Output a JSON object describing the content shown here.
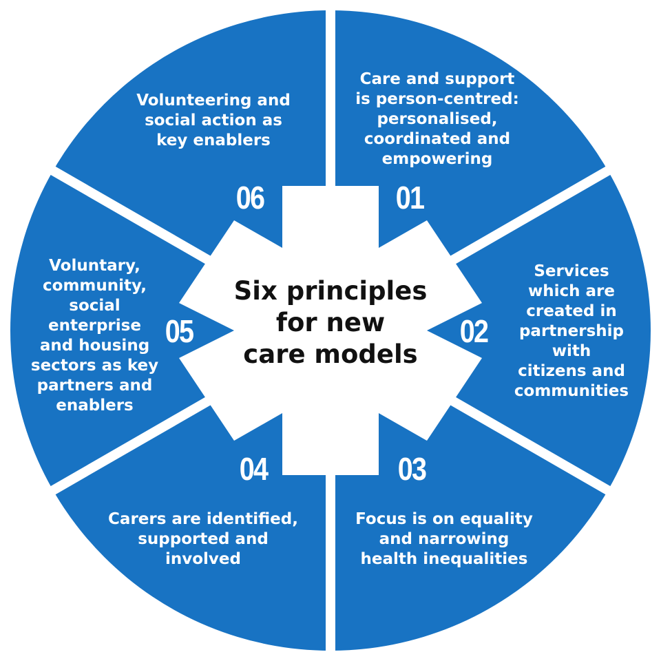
{
  "colors": {
    "segment_fill": "#1873c3",
    "gap": "#ffffff",
    "segment_text": "#ffffff",
    "center_text": "#111111"
  },
  "center": {
    "title": "Six principles\nfor new\ncare models"
  },
  "principles": [
    {
      "number": "01",
      "text": "Care and support\nis person-centred:\npersonalised,\ncoordinated and\nempowering"
    },
    {
      "number": "02",
      "text": "Services\nwhich are\ncreated in\npartnership\nwith\ncitizens and\ncommunities"
    },
    {
      "number": "03",
      "text": "Focus is on equality\nand narrowing\nhealth inequalities"
    },
    {
      "number": "04",
      "text": "Carers are identified,\nsupported and\ninvolved"
    },
    {
      "number": "05",
      "text": "Voluntary,\ncommunity,\nsocial\nenterprise\nand housing\nsectors as key\npartners and\nenablers"
    },
    {
      "number": "06",
      "text": "Volunteering and\nsocial  action as\nkey enablers"
    }
  ]
}
